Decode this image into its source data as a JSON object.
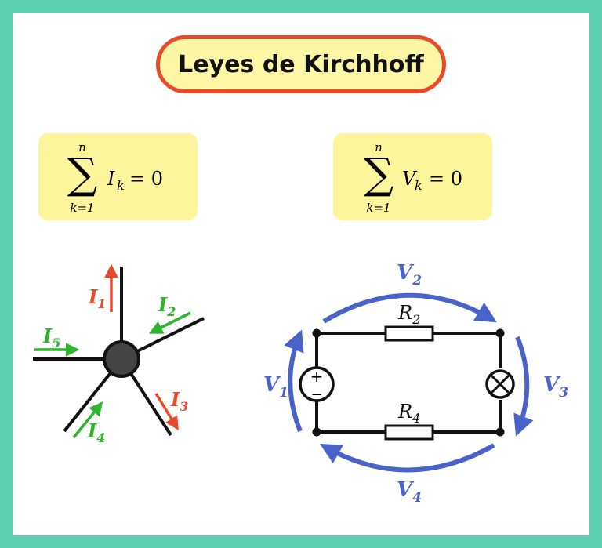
{
  "title": "Leyes de Kirchhoff",
  "formulas": {
    "current_law": {
      "upper": "n",
      "lower": "k=1",
      "variable": "I",
      "subscript": "k",
      "equals": "= 0"
    },
    "voltage_law": {
      "upper": "n",
      "lower": "k=1",
      "variable": "V",
      "subscript": "k",
      "equals": "= 0"
    }
  },
  "junction": {
    "currents": [
      {
        "base": "I",
        "sub": "1"
      },
      {
        "base": "I",
        "sub": "2"
      },
      {
        "base": "I",
        "sub": "3"
      },
      {
        "base": "I",
        "sub": "4"
      },
      {
        "base": "I",
        "sub": "5"
      }
    ]
  },
  "circuit": {
    "resistors": [
      {
        "base": "R",
        "sub": "2"
      },
      {
        "base": "R",
        "sub": "4"
      }
    ],
    "voltages": [
      {
        "base": "V",
        "sub": "1"
      },
      {
        "base": "V",
        "sub": "2"
      },
      {
        "base": "V",
        "sub": "3"
      },
      {
        "base": "V",
        "sub": "4"
      }
    ],
    "source_plus": "+",
    "source_minus": "−"
  },
  "colors": {
    "frame": "#5ccfb0",
    "title_border": "#e84a2c",
    "title_fill": "#fdf6a4",
    "formula_fill": "#fbf59b",
    "current_in": "#2db52d",
    "current_out": "#e84a2c",
    "voltage": "#4a63c8"
  }
}
